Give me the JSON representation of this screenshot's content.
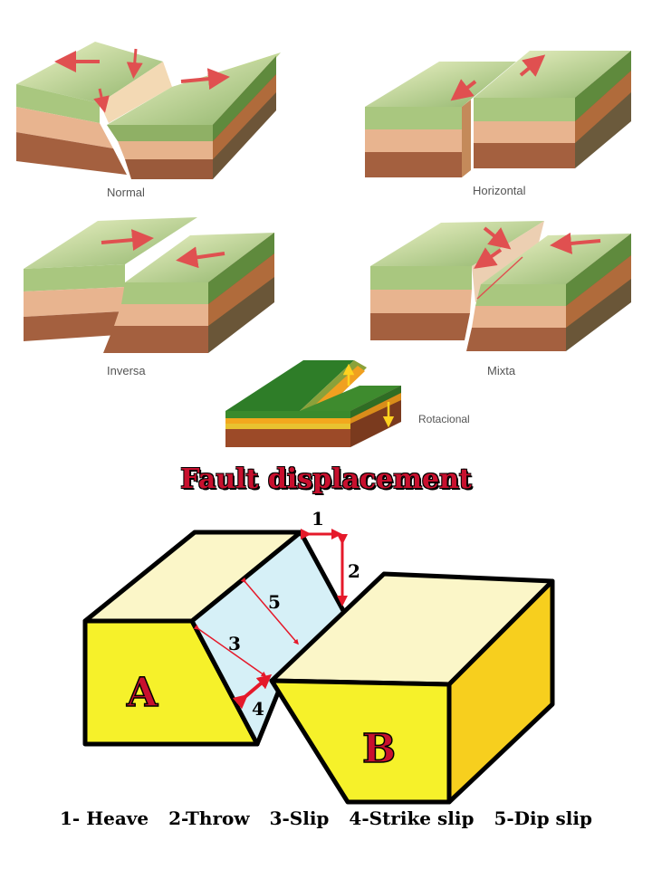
{
  "faults": [
    {
      "id": "normal",
      "caption": "Normal"
    },
    {
      "id": "horizontal",
      "caption": "Horizontal"
    },
    {
      "id": "inversa",
      "caption": "Inversa"
    },
    {
      "id": "mixta",
      "caption": "Mixta"
    },
    {
      "id": "rotacional",
      "caption": "Rotacional"
    }
  ],
  "displacement": {
    "title": "Fault displacement",
    "block_a": "A",
    "block_b": "B",
    "markers": [
      "1",
      "2",
      "3",
      "4",
      "5"
    ],
    "legend": [
      "1- Heave",
      "2-Throw",
      "3-Slip",
      "4-Strike slip",
      "5-Dip slip"
    ]
  },
  "colors": {
    "surface_green": "#c7d8a0",
    "layer_green": "#9fbf78",
    "layer_tan": "#e5b28a",
    "layer_brown": "#9c5a3c",
    "arrow_red": "#e05050",
    "block_yellow": "#f6f12a",
    "fault_plane": "#d6f0f7",
    "block_top": "#fbf6c8",
    "title_red": "#c8102e"
  }
}
